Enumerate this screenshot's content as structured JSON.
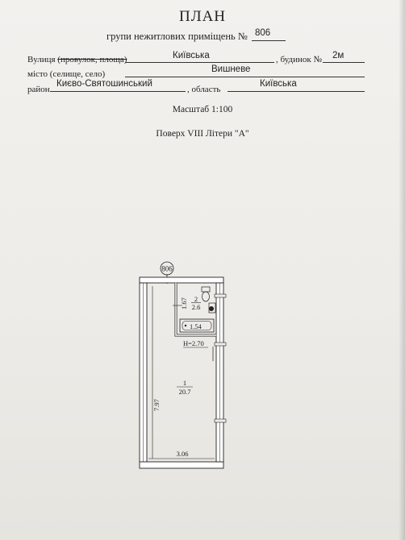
{
  "header": {
    "title": "ПЛАН",
    "subtitle": "групи нежитлових приміщень №",
    "group_number": "806"
  },
  "address": {
    "street_label_prefix": "Вулиця ",
    "street_label_struck": "(провулок, площа)",
    "street_value": "Київська",
    "building_label": ", будинок №",
    "building_value": "2м",
    "city_label": "місто (селище, село)",
    "city_value": "Вишневе",
    "district_label": "район",
    "district_value": "Києво-Святошинський",
    "region_label": ", область",
    "region_value": "Київська"
  },
  "scale": "Масштаб 1:100",
  "floor": "Поверх VIII Літери \"А\"",
  "plan": {
    "marker": "806",
    "room2_number": "2",
    "room2_area": "2.6",
    "room2_length": "1.67",
    "bath_length": "1.54",
    "height": "H=2.70",
    "room1_number": "1",
    "room1_area": "20.7",
    "length": "7.97",
    "width": "3.06"
  }
}
